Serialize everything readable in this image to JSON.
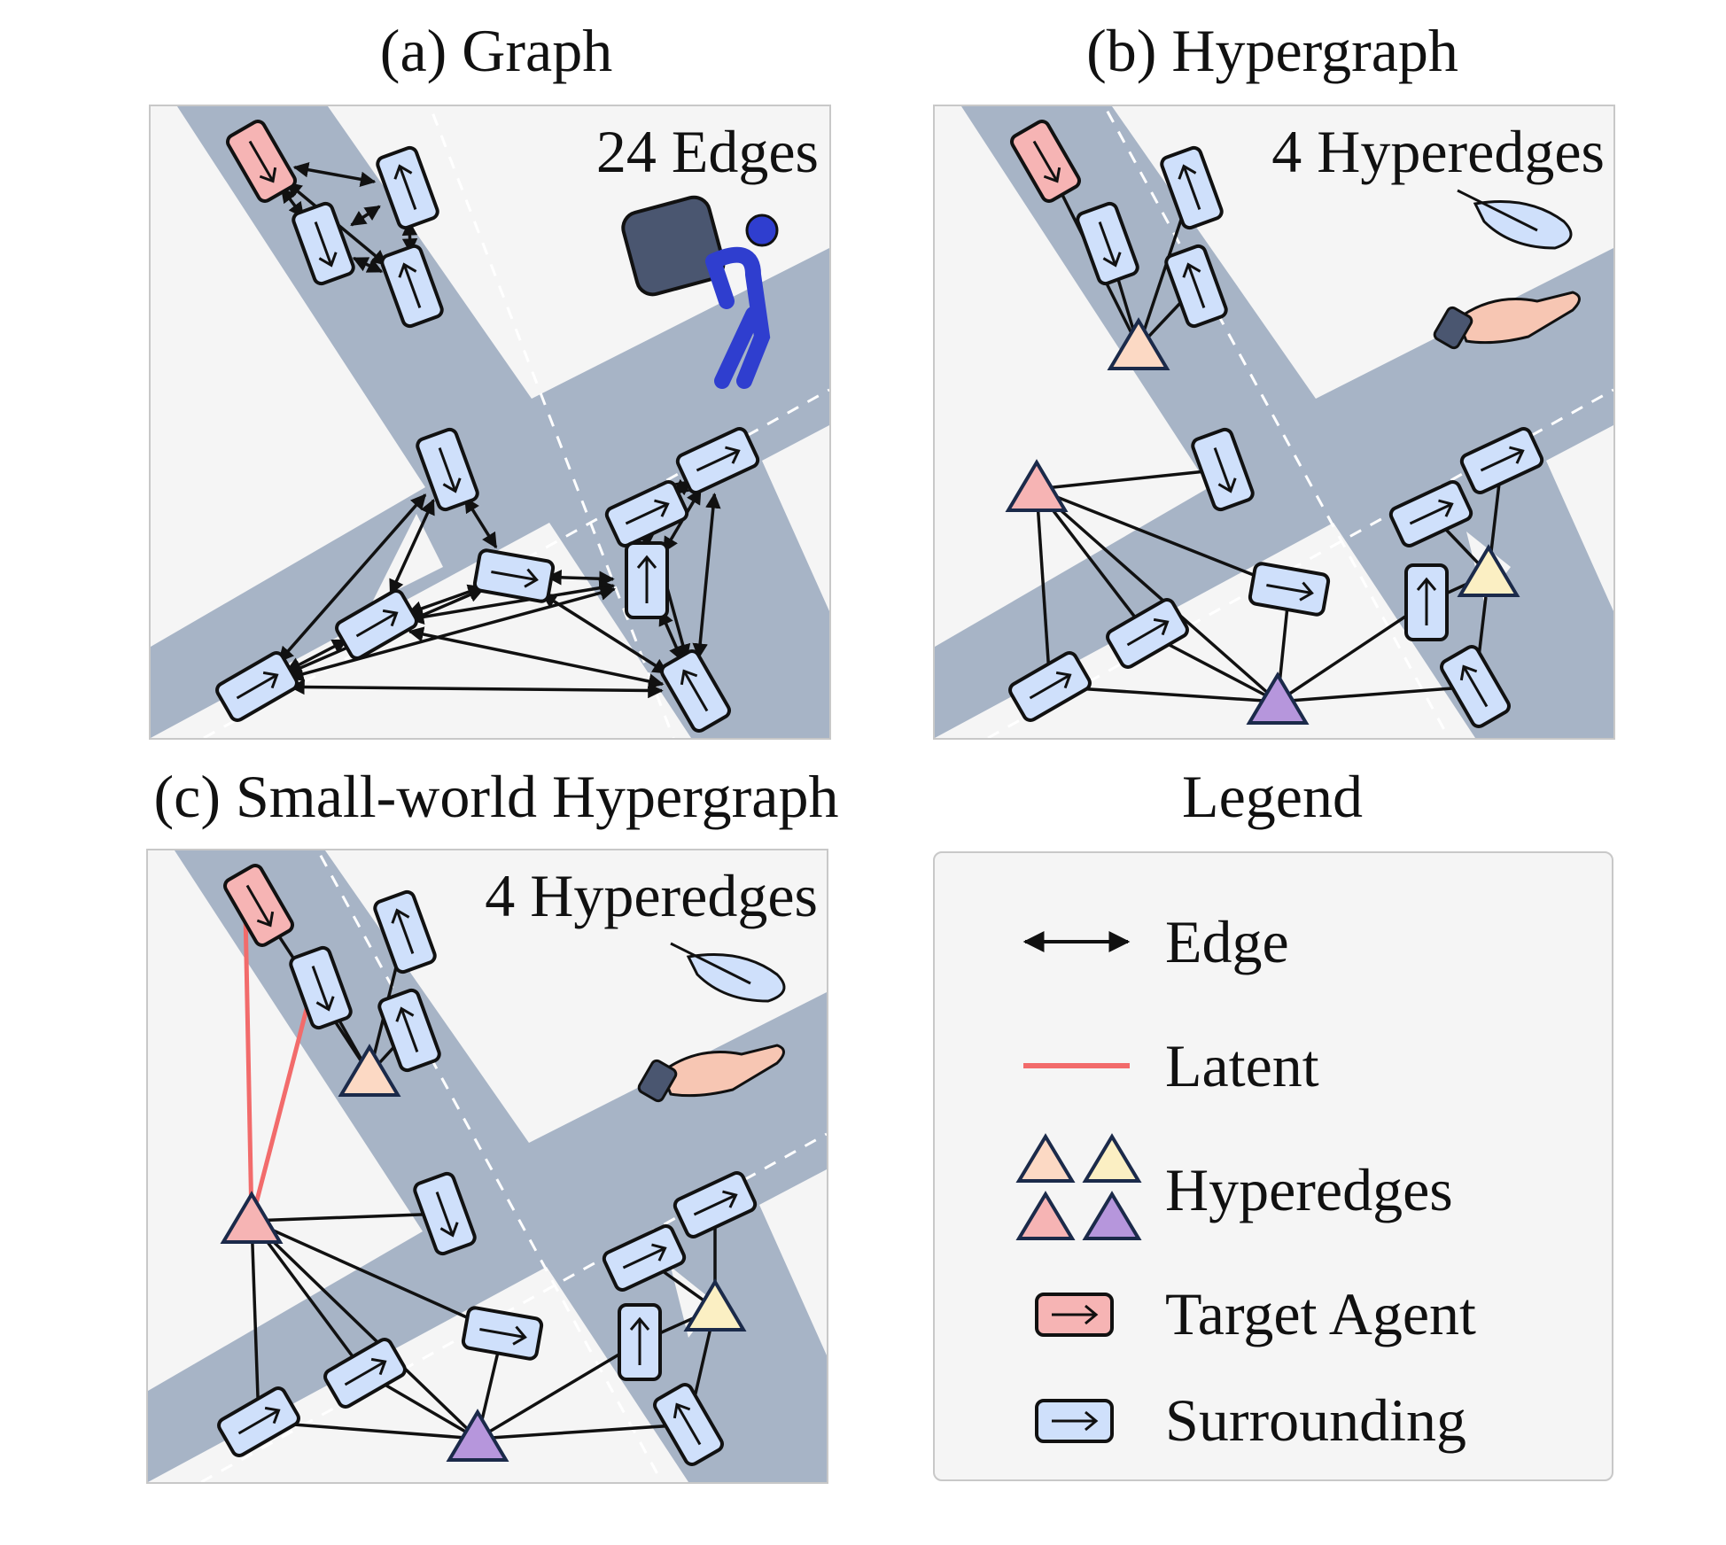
{
  "panels": {
    "a": {
      "title": "(a) Graph",
      "count_label": "24 Edges"
    },
    "b": {
      "title": "(b) Hypergraph",
      "count_label": "4 Hyperedges"
    },
    "c": {
      "title": "(c) Small-world Hypergraph",
      "count_label": "4 Hyperedges"
    }
  },
  "legend": {
    "title": "Legend",
    "items": [
      {
        "label": "Edge"
      },
      {
        "label": "Latent"
      },
      {
        "label": "Hyperedges"
      },
      {
        "label": "Target Agent"
      },
      {
        "label": "Surrounding"
      }
    ]
  },
  "colors": {
    "road": "#a7b4c6",
    "background": "#f5f5f5",
    "target_agent": "#f6b4b4",
    "surrounding": "#cfe0fb",
    "latent": "#f26b6b",
    "hyperedge_peach": "#fcd9c4",
    "hyperedge_yellow": "#fbefc3",
    "hyperedge_pink": "#f6b4b4",
    "hyperedge_purple": "#b696dc",
    "heavy_icon": "#2f3ecf",
    "light_icon": "#f7c6b3"
  },
  "icons": {
    "a": "person-carrying-heavy-box-icon",
    "b": [
      "feather-icon",
      "open-hand-icon"
    ],
    "c": [
      "feather-icon",
      "open-hand-icon"
    ]
  }
}
